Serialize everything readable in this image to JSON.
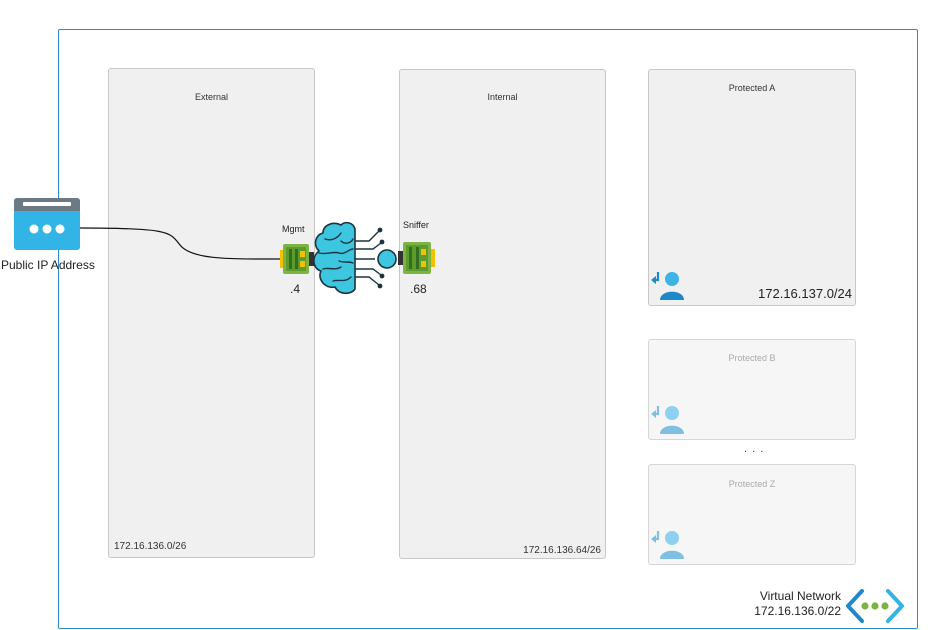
{
  "public_ip": {
    "label": "Public IP Address"
  },
  "vnet": {
    "title": "Virtual Network",
    "cidr": "172.16.136.0/22"
  },
  "subnets": {
    "external": {
      "title": "External",
      "cidr": "172.16.136.0/26"
    },
    "internal": {
      "title": "Internal",
      "cidr": "172.16.136.64/26"
    },
    "protected_a": {
      "title": "Protected A",
      "cidr": "172.16.137.0/24"
    },
    "protected_b": {
      "title": "Protected B"
    },
    "protected_z": {
      "title": "Protected Z"
    },
    "ellipsis": ". . ."
  },
  "nics": {
    "mgmt": {
      "label": "Mgmt",
      "ip": ".4"
    },
    "sniffer": {
      "label": "Sniffer",
      "ip": ".68"
    }
  },
  "colors": {
    "vnet_border": "#2a8cd6",
    "nic_green": "#7cb342",
    "brain_cyan": "#3cc6e0",
    "user_blue": "#1e88c8"
  }
}
